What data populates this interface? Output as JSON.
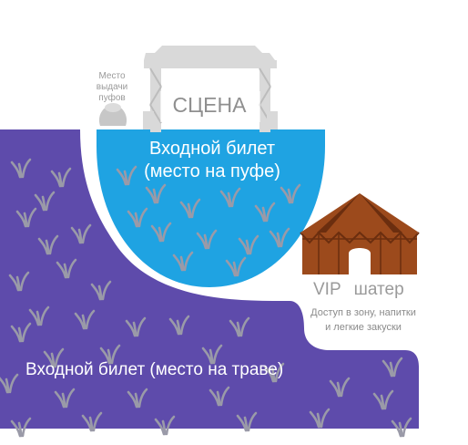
{
  "colors": {
    "grass_zone": "#5e4bab",
    "pouf_zone": "#1fa3e2",
    "grass_icons": "#9a9aa8",
    "stage": "#d9d9d9",
    "tent": "#9c4a1c",
    "tent_dark": "#6b2e0f"
  },
  "stage": {
    "label": "СЦЕНА"
  },
  "pouf_pickup": {
    "label_lines": [
      "Место",
      "выдачи",
      "пуфов"
    ]
  },
  "zones": {
    "pouf": {
      "label_lines": [
        "Входной билет",
        "(место на пуфе)"
      ]
    },
    "grass": {
      "label": "Входной билет (место на траве)"
    }
  },
  "vip_tent": {
    "title_part1": "VIP",
    "title_part2": "шатер",
    "desc_lines": [
      "Доступ в зону, напитки",
      "и легкие закуски"
    ]
  }
}
